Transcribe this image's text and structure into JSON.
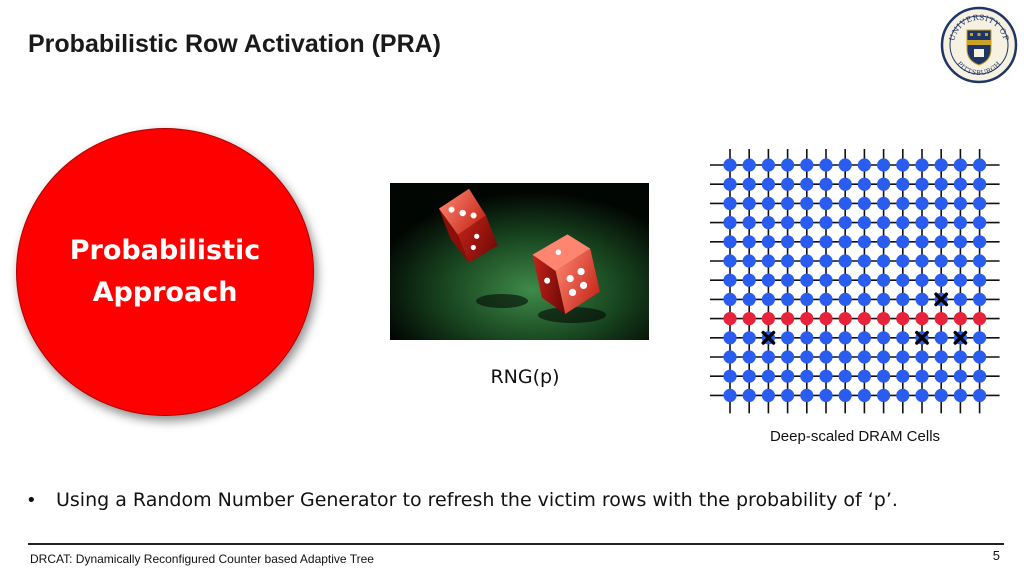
{
  "slide": {
    "title": "Probabilistic Row Activation (PRA)",
    "circle_text": "Probabilistic Approach",
    "rng_caption": "RNG(p)",
    "dram_caption": "Deep-scaled DRAM Cells",
    "bullet": "Using a Random Number Generator to refresh the victim rows with the probability of ‘p’.",
    "bullet_marker": "•",
    "footer": "DRCAT: Dynamically Reconfigured Counter based Adaptive Tree",
    "page_number": "5"
  },
  "seal": {
    "text_top": "UNIVERSITY OF",
    "text_bottom": "PITTSBURGH"
  },
  "colors": {
    "circle": "#ff0000",
    "cell_normal": "#2a5cf0",
    "cell_aggressor": "#e8223a",
    "circle_text": "#ffffff"
  },
  "dram": {
    "rows": 13,
    "cols": 14,
    "aggressor_row": 8,
    "failed_cells": [
      [
        7,
        11
      ],
      [
        9,
        2
      ],
      [
        9,
        10
      ],
      [
        9,
        12
      ]
    ]
  }
}
